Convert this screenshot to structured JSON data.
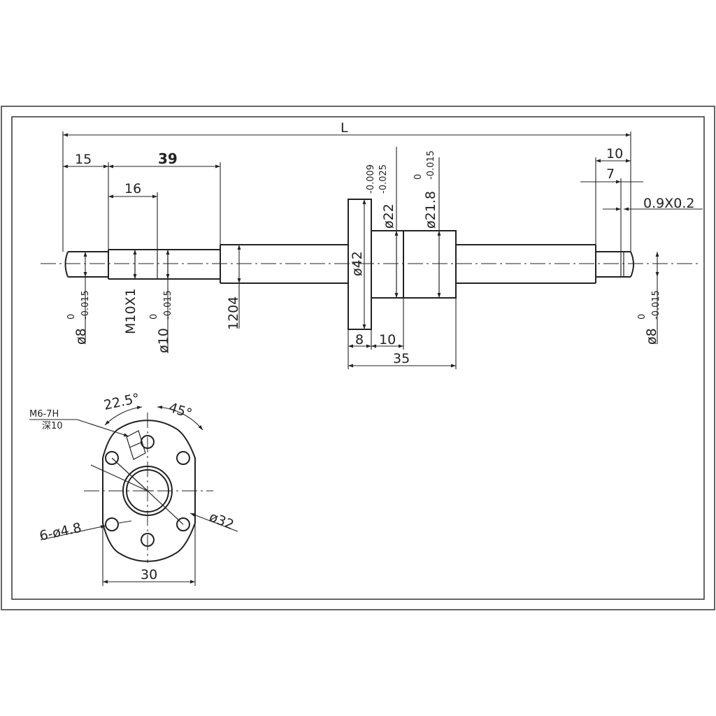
{
  "drawing": {
    "dims": {
      "L": "L",
      "d15": "15",
      "d39": "39",
      "d16": "16",
      "d10r": "10",
      "d7": "7",
      "chamfer": "0.9X0.2",
      "flange_dia": "ø42",
      "nut_dia_a": "ø22",
      "nut_tol_a_top": "-0.009",
      "nut_tol_a_bot": "-0.025",
      "nut_dia_b": "ø21.8",
      "nut_tol_b_top": "0",
      "nut_tol_b_bot": "-0.015",
      "shaft_left": "ø8",
      "shaft_right": "ø8",
      "tol_top_0": "0",
      "tol_bot_015": "-0.015",
      "thread": "M10X1",
      "shaft_10": "ø10",
      "screw_model": "1204",
      "d8": "8",
      "d10b": "10",
      "d35": "35",
      "tap": "M6-7H",
      "tap_depth": "深10",
      "ang_a": "22.5°",
      "ang_b": "45°",
      "holes": "6-ø4.8",
      "pcd": "ø32",
      "w30": "30"
    }
  }
}
